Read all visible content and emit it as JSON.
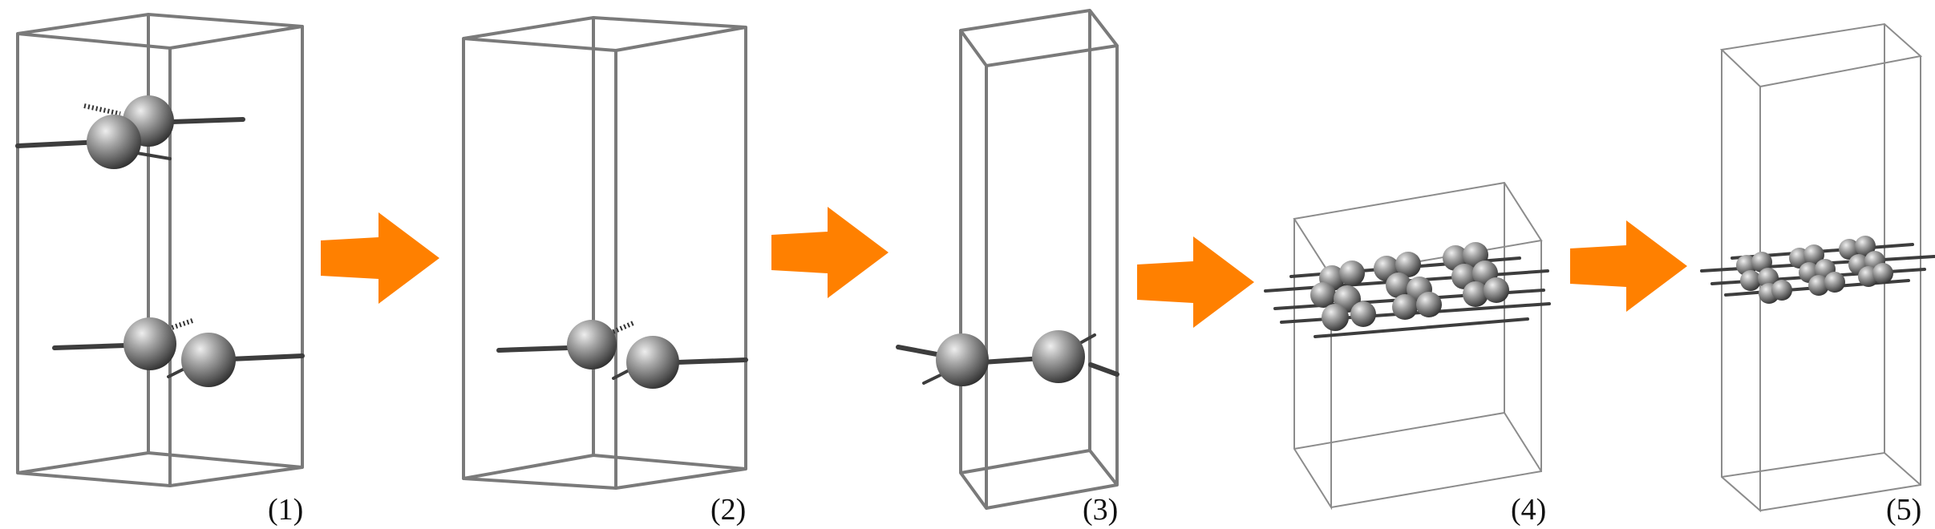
{
  "steps": [
    {
      "label": "(1)"
    },
    {
      "label": "(2)"
    },
    {
      "label": "(3)"
    },
    {
      "label": "(4)"
    },
    {
      "label": "(5)"
    }
  ],
  "colors": {
    "arrow": "#ff8000",
    "cell_edge": "#7a7a7a",
    "atom_light": "#e6e6e6",
    "atom_dark": "#3a3a3a",
    "bond": "#3d3d3d"
  }
}
